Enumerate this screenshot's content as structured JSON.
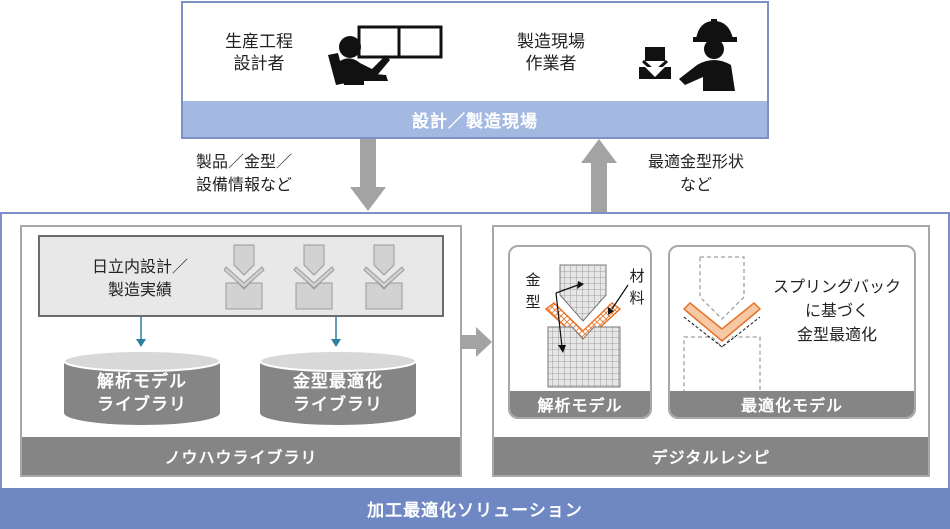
{
  "top": {
    "designer_label_line1": "生産工程",
    "designer_label_line2": "設計者",
    "worker_label_line1": "製造現場",
    "worker_label_line2": "作業者",
    "band_label": "設計／製造現場",
    "icons": [
      "designer-at-screens-icon",
      "press-die-icon",
      "hardhat-worker-icon"
    ]
  },
  "flows": {
    "down_label_line1": "製品／金型／",
    "down_label_line2": "設備情報など",
    "up_label_line1": "最適金型形状",
    "up_label_line2": "など"
  },
  "knowhow": {
    "record_label_line1": "日立内設計／",
    "record_label_line2": "製造実績",
    "db1_line1": "解析モデル",
    "db1_line2": "ライブラリ",
    "db2_line1": "金型最適化",
    "db2_line2": "ライブラリ",
    "band_label": "ノウハウライブラリ"
  },
  "recipe": {
    "analysis": {
      "die_label_ch1": "金",
      "die_label_ch2": "型",
      "material_label_ch1": "材",
      "material_label_ch2": "料",
      "band_label": "解析モデル"
    },
    "optimization": {
      "desc_line1": "スプリングバック",
      "desc_line2": "に基づく",
      "desc_line3": "金型最適化",
      "band_label": "最適化モデル"
    },
    "band_label": "デジタルレシピ"
  },
  "solution": {
    "band_label": "加工最適化ソリューション"
  },
  "colors": {
    "frame_blue": "#7b91c7",
    "top_band": "#a4b9e1",
    "solution_band": "#6f88c4",
    "panel_gray": "#858585",
    "material_orange": "#e8742a",
    "connector_teal": "#2f7f9f"
  }
}
